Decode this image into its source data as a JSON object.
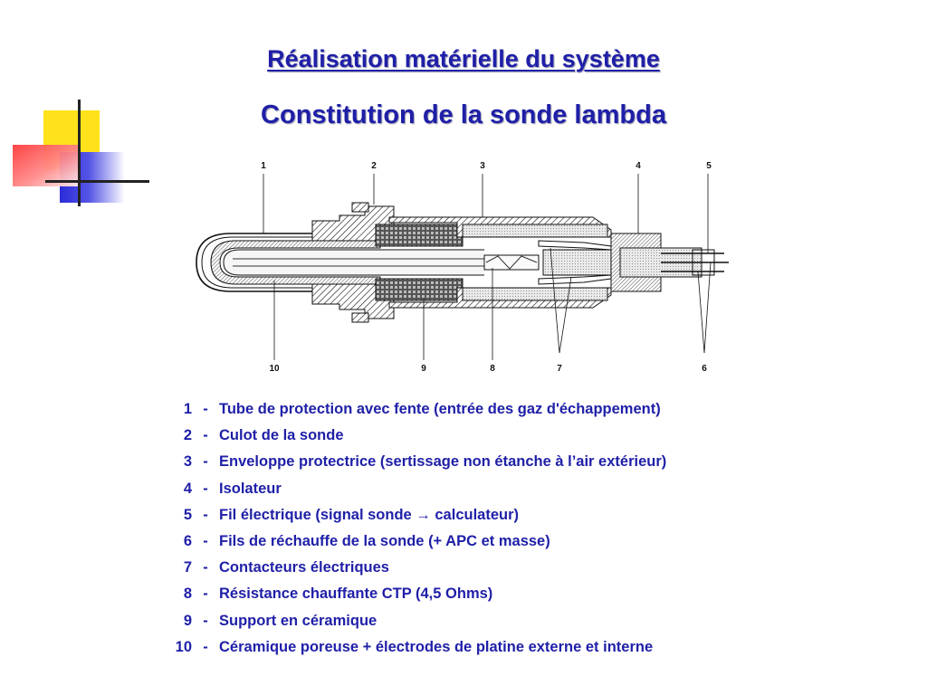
{
  "slide": {
    "title": "Réalisation matérielle du système",
    "subtitle": "Constitution de la sonde lambda"
  },
  "diagram": {
    "callouts_top": [
      "1",
      "2",
      "3",
      "4",
      "5"
    ],
    "callouts_bottom": [
      "10",
      "9",
      "8",
      "7",
      "6"
    ]
  },
  "legend": [
    {
      "num": "1",
      "sep": "-",
      "text": "Tube de protection avec fente (entrée des gaz d'échappement)"
    },
    {
      "num": "2",
      "sep": "-",
      "text": "Culot de la sonde"
    },
    {
      "num": "3",
      "sep": "-",
      "text": "Enveloppe protectrice (sertissage non étanche à l’air extérieur)"
    },
    {
      "num": "4",
      "sep": "-",
      "text": "Isolateur"
    },
    {
      "num": "5",
      "sep": "-",
      "text": "Fil électrique (signal sonde  → calculateur)"
    },
    {
      "num": "6",
      "sep": "-",
      "text": "Fils de réchauffe de la sonde (+ APC et masse)"
    },
    {
      "num": "7",
      "sep": "-",
      "text": "Contacteurs électriques"
    },
    {
      "num": "8",
      "sep": "-",
      "text": "Résistance chauffante CTP (4,5 Ohms)"
    },
    {
      "num": "9",
      "sep": "-",
      "text": "Support en céramique"
    },
    {
      "num": "10",
      "sep": "-",
      "text": "Céramique poreuse + électrodes de platine externe et interne"
    }
  ],
  "colors": {
    "title": "#1f1fa8",
    "accent_yellow": "#ffe21a",
    "accent_blue": "#2b2bd8",
    "accent_red": "#ff3a3a"
  }
}
